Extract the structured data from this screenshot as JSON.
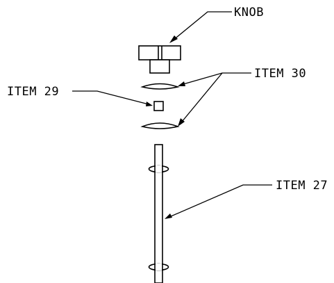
{
  "labels": {
    "knob": "KNOB",
    "item30": "ITEM 30",
    "item29": "ITEM 29",
    "item27": "ITEM 27"
  },
  "colors": {
    "ink": "#000000",
    "paper": "#ffffff"
  }
}
